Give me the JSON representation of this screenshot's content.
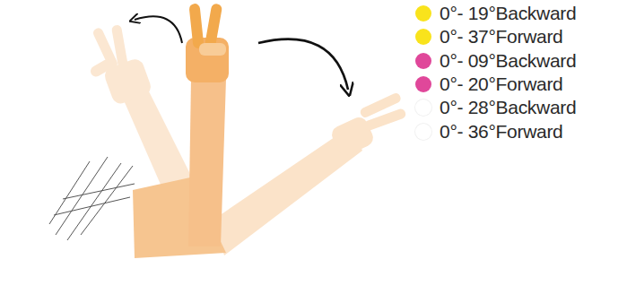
{
  "diagram": {
    "legend": [
      {
        "text": "0°- 19°Backward",
        "color": "#f9e31c"
      },
      {
        "text": "0°- 37°Forward",
        "color": "#f9e31c"
      },
      {
        "text": "0°- 09°Backward",
        "color": "#e0479a"
      },
      {
        "text": "0°- 20°Forward",
        "color": "#e0479a"
      },
      {
        "text": "0°- 28°Backward",
        "color": "#ffffff"
      },
      {
        "text": "0°- 36°Forward",
        "color": "#ffffff"
      }
    ]
  }
}
